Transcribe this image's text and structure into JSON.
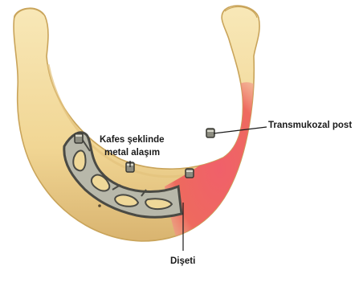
{
  "labels": {
    "frame_line1": "Kafes şeklinde",
    "frame_line2": "metal alaşım",
    "post": "Transmukozal post",
    "gum": "Dişeti"
  },
  "colors": {
    "bone": "#f3dca0",
    "bone_dark": "#c9a45a",
    "gum": "#ee5a5a",
    "metal": "#9a9a8c",
    "metal_dark": "#4a4a44",
    "leader": "#1a1a1a"
  },
  "icons": {
    "implant_post": "titanium-post-icon",
    "mandible": "mandible-illustration"
  }
}
